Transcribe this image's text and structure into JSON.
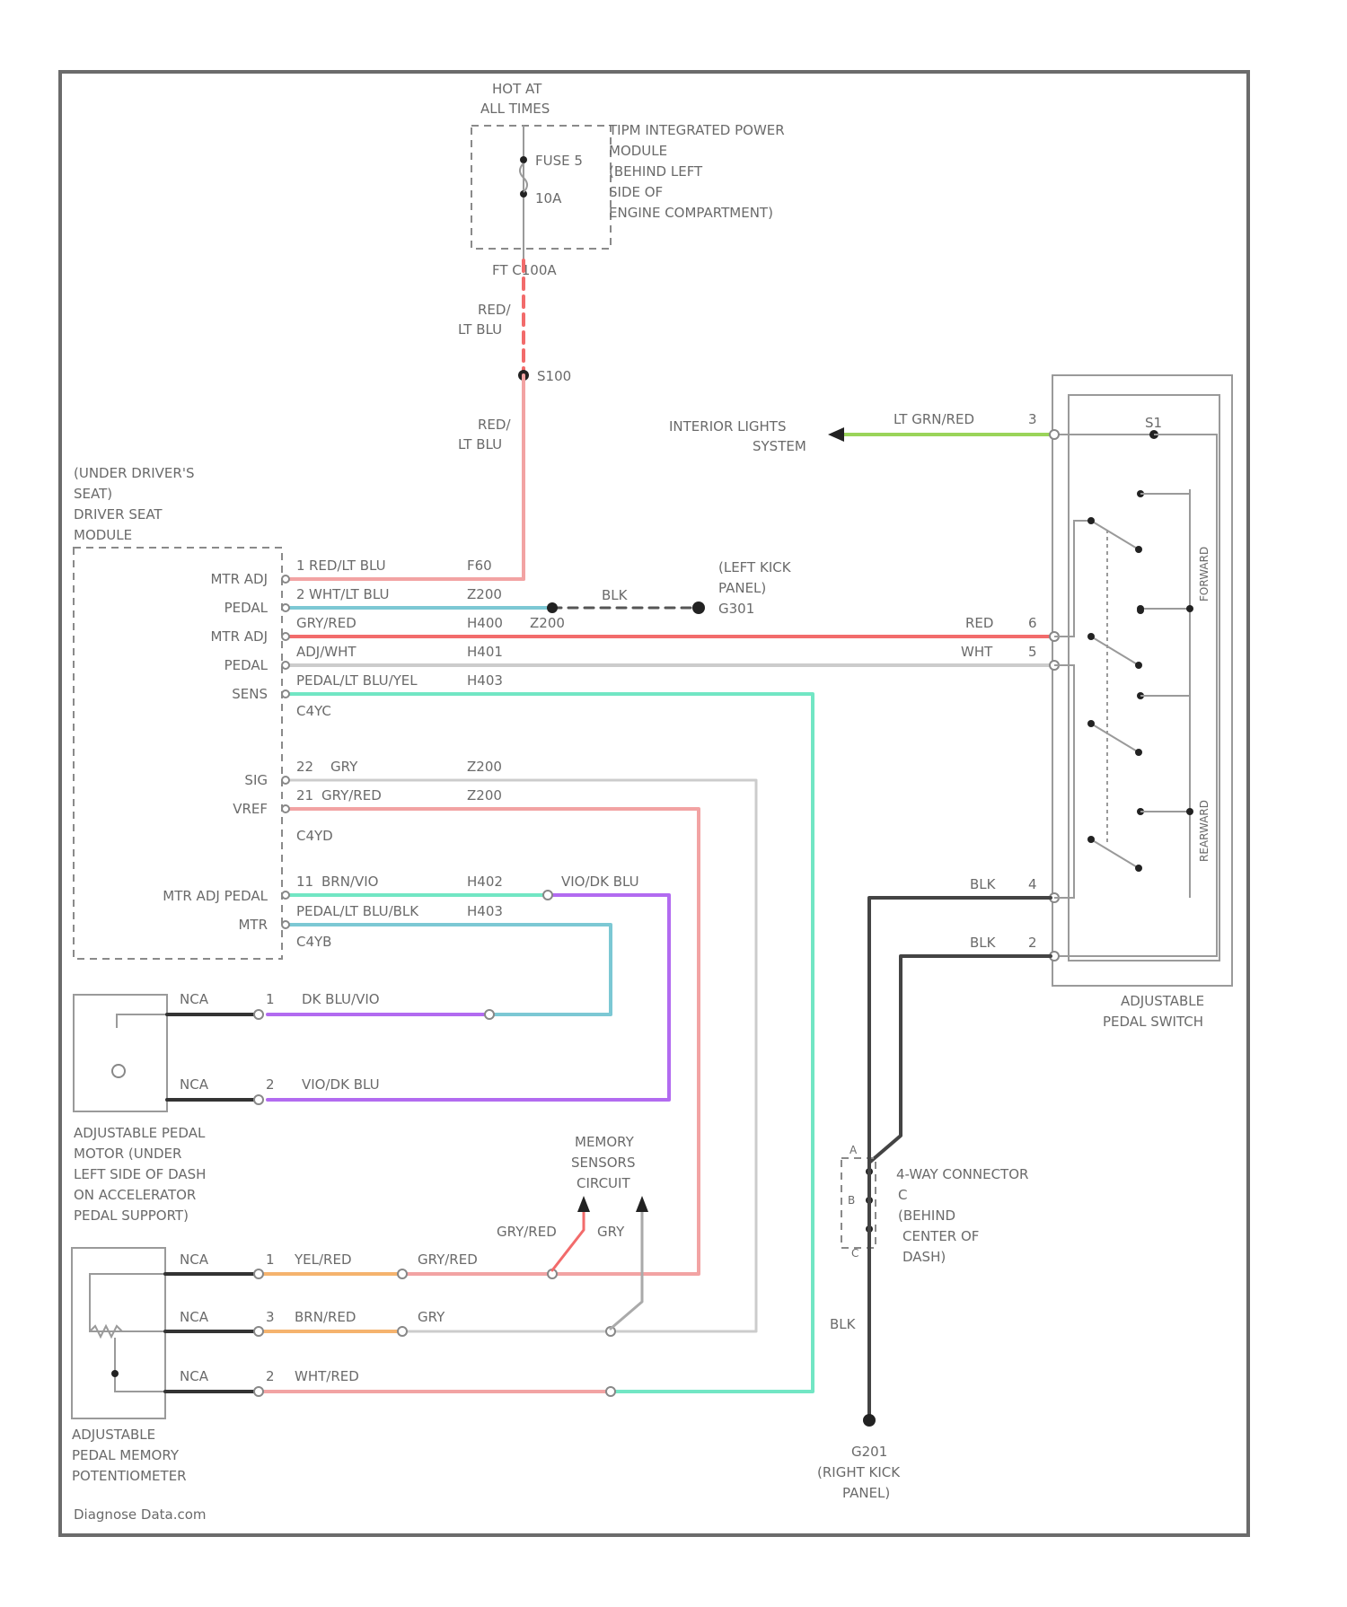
{
  "colors": {
    "red": "#f26b6b",
    "pink": "#f2a3a3",
    "teal": "#7cc8d4",
    "cyan": "#72e6c4",
    "purple": "#b26bf0",
    "orange": "#f5b36e",
    "green": "#9ad45a",
    "grey": "#b8b8b8",
    "black": "#333333"
  },
  "top": {
    "hot_label_1": "HOT AT",
    "hot_label_2": "ALL TIMES",
    "fuse_label": "FUSE 5",
    "fuse_amp": "10A",
    "pdc_1": "TIPM INTEGRATED POWER",
    "pdc_2": "MODULE",
    "pdc_3": "(BEHIND LEFT",
    "pdc_4": "SIDE OF",
    "pdc_5": "ENGINE COMPARTMENT)",
    "conn": "FT C100A",
    "wire_1a": "RED/",
    "wire_1b": "LT BLU",
    "splice": "S100",
    "wire_2a": "RED/",
    "wire_2b": "LT BLU"
  },
  "module": {
    "loc_1": "(UNDER DRIVER'S",
    "loc_2": "SEAT)",
    "loc_3": "DRIVER SEAT",
    "loc_4": "MODULE",
    "pin_labels": [
      "MTR ADJ",
      "PEDAL",
      "MTR ADJ",
      "PEDAL",
      "SENS",
      "SIG",
      "VREF",
      "MTR ADJ PEDAL",
      "MTR"
    ],
    "conn_1": "C4YC",
    "conn_2": "C4YD",
    "conn_3": "C4YB",
    "wires": [
      {
        "pin": "1",
        "color": "RED/LT BLU",
        "circuit": "F60"
      },
      {
        "pin": "2",
        "color": "WHT/LT BLU",
        "circuit": "Z200"
      },
      {
        "pin": "",
        "color": "GRY/RED",
        "circuit": "H400"
      },
      {
        "pin": "",
        "color": "ADJ/WHT",
        "circuit": "H401"
      },
      {
        "pin": "",
        "color": "PEDAL/LT BLU/YEL",
        "circuit": "H403"
      },
      {
        "pin": "22",
        "color": "GRY",
        "circuit": "Z200"
      },
      {
        "pin": "21",
        "color": "GRY/RED",
        "circuit": "Z200"
      },
      {
        "pin": "11",
        "color": "BRN/VIO",
        "circuit": "H402"
      },
      {
        "pin": "",
        "color": "PEDAL/LT BLU/BLK",
        "circuit": "H403"
      }
    ]
  },
  "ground_mid": {
    "wire": "BLK",
    "circuit": "Z200",
    "loc_1": "(LEFT KICK",
    "loc_2": "PANEL)",
    "loc_3": "G301"
  },
  "right": {
    "interior": "INTERIOR LIGHTS",
    "system": "SYSTEM",
    "wire_top": "LT GRN/RED",
    "pin_3": "3",
    "s1": "S1",
    "wire_red": "RED",
    "pin_6": "6",
    "wire_wht": "WHT",
    "pin_5": "5",
    "forward": "FORWARD",
    "rearward": "REARWARD",
    "wire_blk1": "BLK",
    "pin_4": "4",
    "wire_blk2": "BLK",
    "pin_2": "2",
    "switch_1": "ADJUSTABLE",
    "switch_2": "PEDAL SWITCH"
  },
  "motor": {
    "nca_1": "NCA",
    "pin_1": "1",
    "wire_1": "DK BLU/VIO",
    "nca_2": "NCA",
    "pin_2": "2",
    "wire_2": "VIO/DK BLU",
    "wire_vio": "VIO/DK BLU",
    "label_1": "ADJUSTABLE PEDAL",
    "label_2": "MOTOR (UNDER",
    "label_3": "LEFT SIDE OF DASH",
    "label_4": "ON ACCELERATOR",
    "label_5": "PEDAL SUPPORT)"
  },
  "memory": {
    "circuit_1": "MEMORY",
    "circuit_2": "SENSORS",
    "circuit_3": "CIRCUIT",
    "wire_gr": "GRY/RED",
    "wire_g": "GRY",
    "nca_1": "NCA",
    "pin_1": "1",
    "wire_1": "YEL/RED",
    "wire_1b": "GRY/RED",
    "nca_3": "NCA",
    "pin_3": "3",
    "wire_3": "BRN/RED",
    "wire_3b": "GRY",
    "nca_2": "NCA",
    "pin_2": "2",
    "wire_2": "WHT/RED",
    "label_1": "ADJUSTABLE",
    "label_2": "PEDAL MEMORY",
    "label_3": "POTENTIOMETER"
  },
  "ground_right": {
    "conn_1": "4-WAY CONNECTOR",
    "conn_2": "C",
    "conn_3": "(BEHIND",
    "conn_4": "CENTER OF",
    "conn_5": "DASH)",
    "wire": "BLK",
    "g_1": "G201",
    "g_2": "(RIGHT KICK",
    "g_3": "PANEL)",
    "p_a": "A",
    "p_b": "B",
    "p_c": "C"
  },
  "footer": "Diagnose Data.com"
}
